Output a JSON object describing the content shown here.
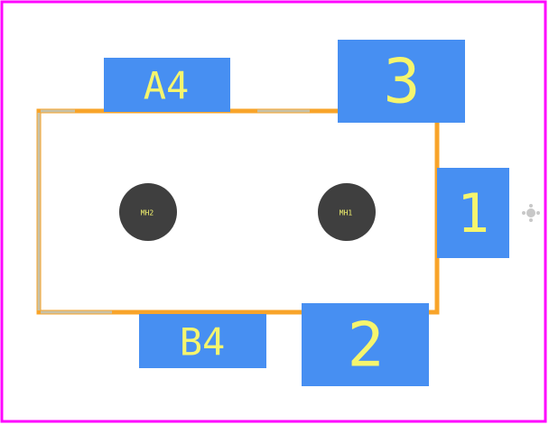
{
  "colors": {
    "background": "#ffffff",
    "board_outline": "#ff00ff",
    "silkscreen": "#f8a42a",
    "fab_layer": "#c8c2a8",
    "pad": "#478ff2",
    "pad_text": "#f5f56e",
    "mounting_hole": "#3f3f3f",
    "pin1_marker": "#c8c8c8"
  },
  "pads": [
    {
      "id": "A4",
      "label": "A4"
    },
    {
      "id": "3",
      "label": "3"
    },
    {
      "id": "1",
      "label": "1"
    },
    {
      "id": "B4",
      "label": "B4"
    },
    {
      "id": "2",
      "label": "2"
    }
  ],
  "mounting_holes": [
    {
      "id": "MH2",
      "label": "MH2"
    },
    {
      "id": "MH1",
      "label": "MH1"
    }
  ]
}
